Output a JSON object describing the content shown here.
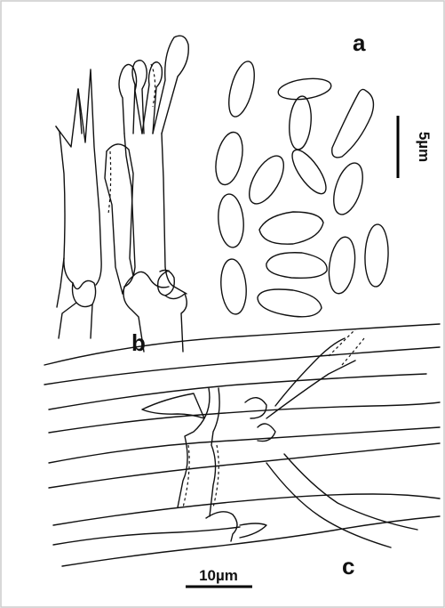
{
  "panels": {
    "a": "a",
    "b": "b",
    "c": "c"
  },
  "scale_bars": {
    "top": "5µm",
    "bottom": "10µm"
  },
  "colors": {
    "background": "#ffffff",
    "ink": "#111111",
    "frame": "#cccccc"
  }
}
